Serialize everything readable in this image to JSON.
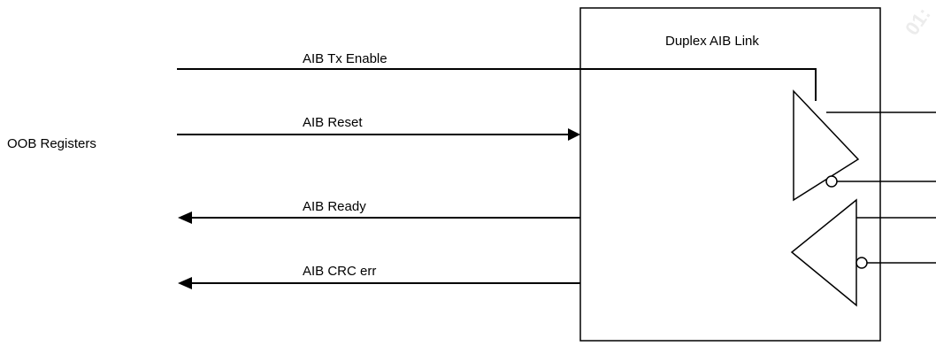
{
  "block": {
    "title": "Duplex AIB Link"
  },
  "registers": {
    "label": "OOB Registers"
  },
  "signals": [
    {
      "label": "AIB Tx Enable",
      "direction": "in"
    },
    {
      "label": "AIB Reset",
      "direction": "in"
    },
    {
      "label": "AIB Ready",
      "direction": "out"
    },
    {
      "label": "AIB CRC err",
      "direction": "out"
    }
  ],
  "watermark": {
    "text": "01:"
  },
  "colors": {
    "line": "#000000",
    "background": "#ffffff",
    "watermark": "#ececec"
  }
}
